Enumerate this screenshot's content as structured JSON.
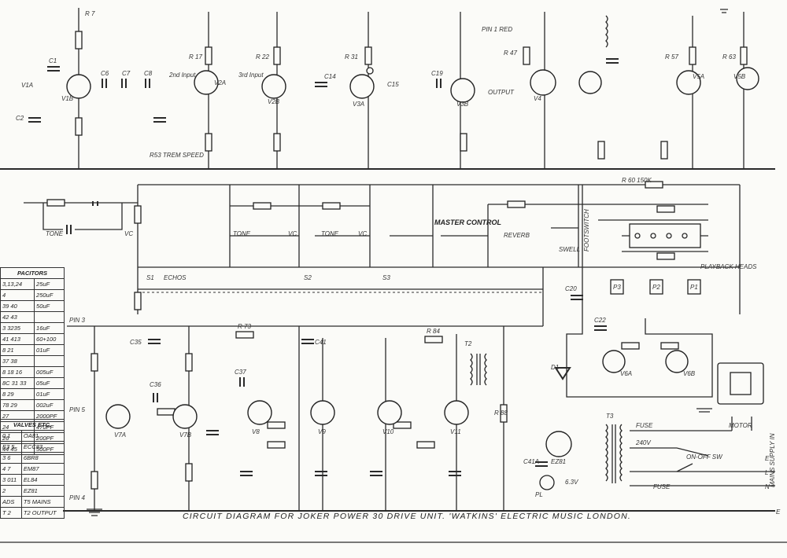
{
  "caption": "CIRCUIT DIAGRAM FOR JOKER POWER 30 DRIVE UNIT. 'WATKINS' ELECTRIC MUSIC LONDON.",
  "side_label": "MAINS SUPPLY IN",
  "capacitor_table": {
    "header": "PACITORS",
    "rows": [
      [
        "3,13,24",
        "25uF"
      ],
      [
        "4",
        "250uF"
      ],
      [
        "39 40",
        "50uF"
      ],
      [
        "42 43",
        ""
      ],
      [
        "3 3235",
        "16uF"
      ],
      [
        "41 413",
        "60+100"
      ],
      [
        "8 21",
        "01uF"
      ],
      [
        "37 38",
        ""
      ],
      [
        "8 18 16",
        "005uF"
      ],
      [
        "8C 31 33",
        "05uF"
      ],
      [
        "8 29",
        "01uF"
      ],
      [
        "78 29",
        "002uF"
      ],
      [
        "27",
        "2000PF"
      ],
      [
        "24",
        "470PF"
      ],
      [
        "26",
        "200PF"
      ],
      [
        "44 45",
        "500PF"
      ]
    ]
  },
  "valve_table": {
    "header": "VALVES ETC.",
    "rows": [
      [
        "0 1",
        "OA81"
      ],
      [
        "E3 5",
        "ECC83"
      ],
      [
        "3 6",
        "6BR8"
      ],
      [
        "4 7",
        "EM87"
      ],
      [
        "3 011",
        "EL84"
      ],
      [
        "2",
        "EZ81"
      ],
      [
        "ADS",
        "T5 MAINS"
      ],
      [
        "T 2",
        "T2 OUTPUT"
      ]
    ]
  },
  "labels": {
    "v1a": "V1A",
    "v1b": "V1B",
    "v2a": "V2A",
    "v2b": "V2B",
    "v3a": "V3A",
    "v3b": "V3B",
    "v4": "V4",
    "v5a": "V5A",
    "v5b": "V5B",
    "v6a": "V6A",
    "v6b": "V6B",
    "v7a": "V7A",
    "v7b": "V7B",
    "v8": "V8",
    "v9": "V9",
    "v10": "V10",
    "v11": "V11",
    "ez81": "EZ81",
    "t2": "T2",
    "t3": "T3",
    "echos": "ECHOS",
    "s1": "S1",
    "s2": "S2",
    "s3": "S3",
    "master_control": "MASTER CONTROL",
    "reverb": "REVERB",
    "swell": "SWELL",
    "footswitch": "FOOTSWITCH",
    "playback_heads": "PLAYBACK HEADS",
    "p1": "P1",
    "p2": "P2",
    "p3": "P3",
    "tone": "TONE",
    "vc": "VC",
    "fuse": "FUSE",
    "motor": "MOTOR",
    "on_off": "ON-OFF SW",
    "pin1": "PIN 1 RED",
    "pin3": "PIN 3",
    "pin5": "PIN 5",
    "pin4": "PIN 4",
    "r7": "R 7",
    "r17": "R 17",
    "r22": "R 22",
    "r31": "R 31",
    "r47": "R 47",
    "r57": "R 57",
    "r63": "R 63",
    "r60": "R 60 150K",
    "r73": "R 73",
    "r84": "R 84",
    "r88": "R 88",
    "c1": "C1",
    "c2": "C2",
    "c6": "C6",
    "c7": "C7",
    "c8": "C8",
    "c14": "C14",
    "c15": "C15",
    "c19": "C19",
    "c20": "C20",
    "c22": "C22",
    "c35": "C35",
    "c36": "C36",
    "c37": "C37",
    "c41": "C41",
    "c41a": "C41A",
    "d1": "D1",
    "pl": "PL",
    "v6v": "6.3V",
    "input1": "2nd Input",
    "input2": "3rd Input",
    "output": "OUTPUT",
    "bias": "R53 TREM SPEED",
    "motor_v": "240V",
    "e": "E",
    "l": "L",
    "n": "N"
  }
}
